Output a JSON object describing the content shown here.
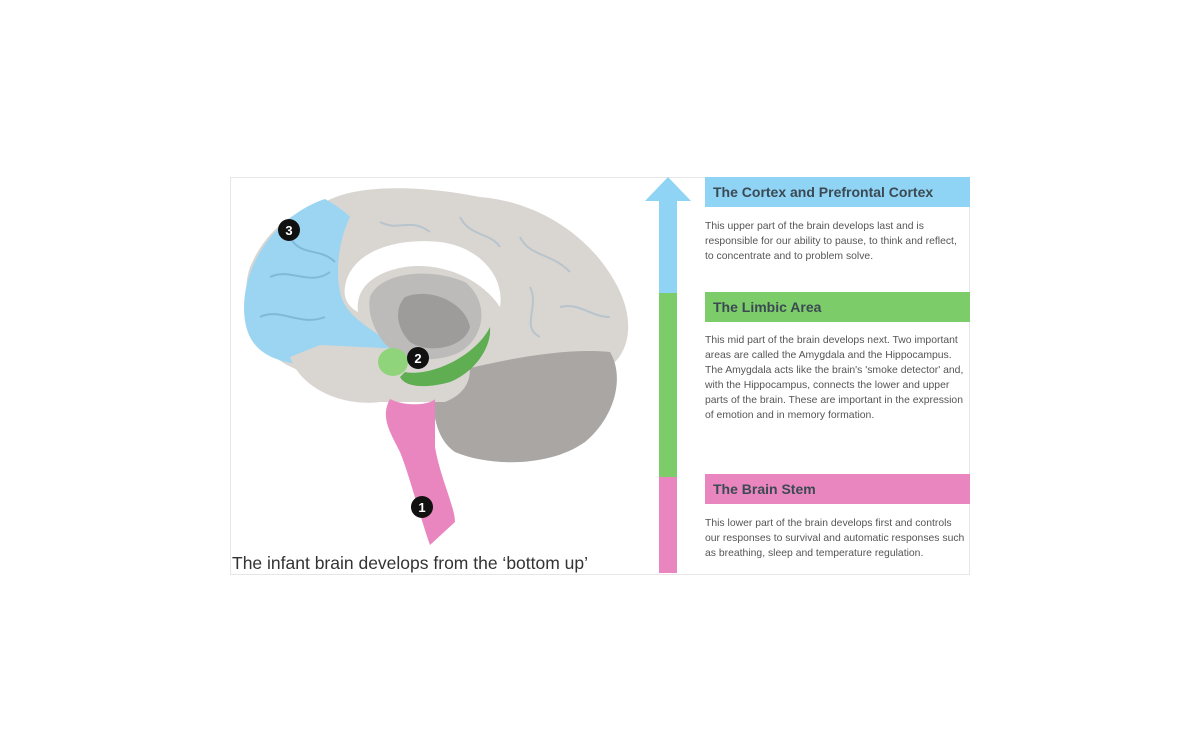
{
  "caption": "The infant brain develops from the ‘bottom up’",
  "markers": [
    "1",
    "2",
    "3"
  ],
  "sections": [
    {
      "title": "The Cortex and Prefrontal Cortex",
      "color": "#8fd3f5",
      "text": "This upper part of the brain develops last and is responsible for our ability to pause, to think and reflect, to concentrate and to problem solve."
    },
    {
      "title": "The Limbic Area",
      "color": "#7dcc6a",
      "text": "This mid part of the brain develops next. Two important areas are called the Amygdala and the Hippocampus. The Amygdala acts like the brain's 'smoke detector' and, with the Hippocampus, connects the lower and upper parts of the brain. These are important in the expression of emotion and in memory formation."
    },
    {
      "title": "The Brain Stem",
      "color": "#e986c0",
      "text": "This lower part of the brain develops first and controls our responses to survival and automatic responses such as breathing, sleep and temperature regulation."
    }
  ]
}
